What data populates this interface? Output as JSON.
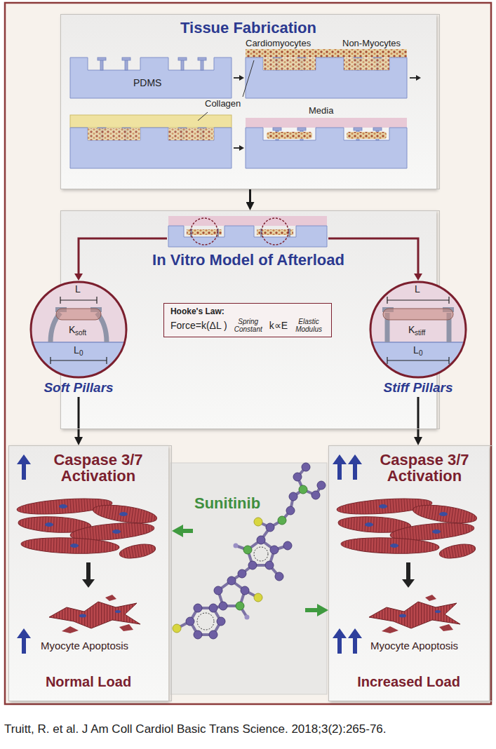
{
  "diagram": {
    "caption": "Truitt, R. et al. J Am Coll Cardiol Basic Trans Science. 2018;3(2):265-76.",
    "nodes": [
      {
        "text": [
          "Tissue Fabrication"
        ]
      },
      {
        "text": [
          "In Vitro Model of Afterload"
        ]
      },
      {
        "text": [
          "L",
          "K",
          "soft",
          "L",
          "0",
          "Soft Pillars"
        ],
        "in": 1
      },
      {
        "text": [
          "Hooke's Law:",
          "Force=k(ΔL )",
          "Spring Constant",
          "k∝E",
          "Elastic Modulus"
        ],
        "in": 1
      },
      {
        "text": [
          "L",
          "K",
          "stiff",
          "L",
          "0",
          "Stiff Pillars"
        ],
        "in": 1
      },
      {
        "text": [
          "Caspase 3/7 Activation",
          "Myocyte Apoptosis",
          "Normal Load"
        ]
      },
      {
        "text": [
          "Sunitinib"
        ]
      },
      {
        "text": [
          "Caspase 3/7 Activation",
          "Myocyte Apoptosis",
          "Increased Load"
        ]
      }
    ],
    "edges": [
      {
        "from": 0,
        "to": 1,
        "arrow": "to"
      },
      {
        "from": 2,
        "to": 5,
        "arrow": "to"
      },
      {
        "from": 4,
        "to": 7,
        "arrow": "to"
      },
      {
        "from": 6,
        "to": 5,
        "arrow": "to"
      },
      {
        "from": 6,
        "to": 7,
        "arrow": "to"
      }
    ],
    "labels": [
      "Cardiomyocytes",
      "Non-Myocytes",
      "PDMS",
      "Collagen",
      "Media"
    ]
  }
}
